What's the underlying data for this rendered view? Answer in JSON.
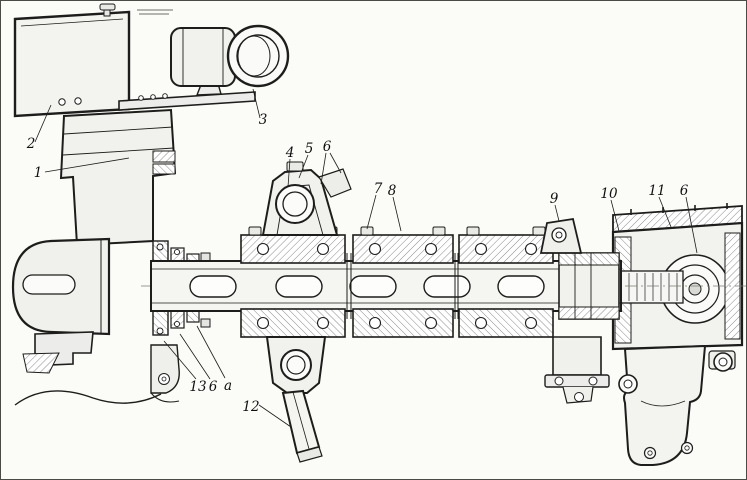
{
  "figure": {
    "paper_color": "#fbfbf8",
    "ink_color": "#1d1d1b",
    "hatch_color": "#6b6b68"
  },
  "callouts": [
    {
      "label": "1"
    },
    {
      "label": "2"
    },
    {
      "label": "3"
    },
    {
      "label": "4"
    },
    {
      "label": "5"
    },
    {
      "label": "6"
    },
    {
      "label": "7"
    },
    {
      "label": "8"
    },
    {
      "label": "9"
    },
    {
      "label": "10"
    },
    {
      "label": "11"
    },
    {
      "label": "6"
    },
    {
      "label": "13"
    },
    {
      "label": "6"
    },
    {
      "label": "a"
    },
    {
      "label": "12"
    }
  ]
}
